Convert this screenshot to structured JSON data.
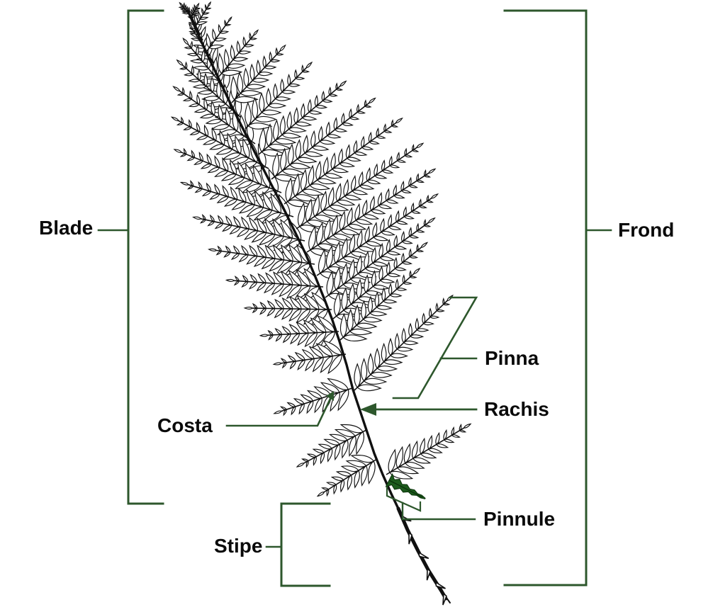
{
  "labels": {
    "blade": "Blade",
    "frond": "Frond",
    "pinna": "Pinna",
    "rachis": "Rachis",
    "costa": "Costa",
    "pinnule": "Pinnule",
    "stipe": "Stipe"
  },
  "colors": {
    "annotation_green": "#2d572c",
    "pinnule_fill": "#1c5b1c",
    "pinnule_outline": "#0a320a",
    "ink": "#101010",
    "label_text": "#0a0a0a",
    "background": "#ffffff"
  }
}
